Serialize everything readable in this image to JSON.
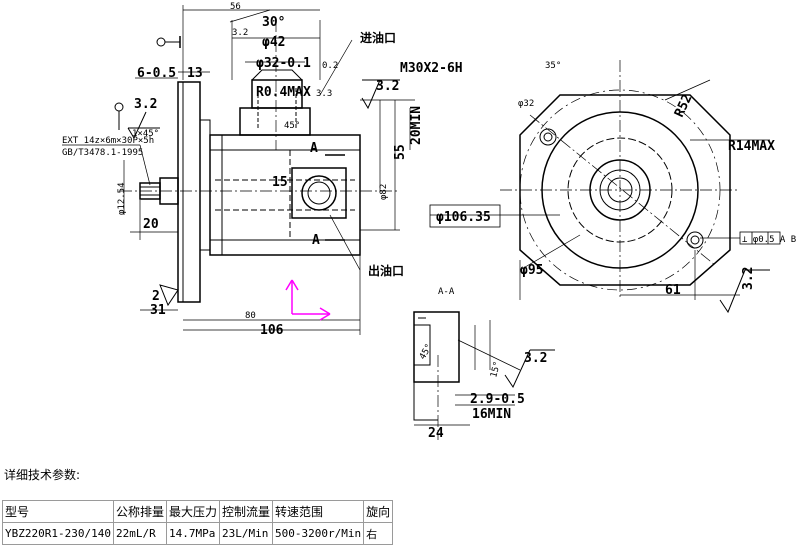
{
  "drawing": {
    "labels": {
      "dim_56": "56",
      "angle_30": "30°",
      "rough_32": "3.2",
      "phi42": "φ42",
      "phi32": "φ32-0.1",
      "inlet": "进油口",
      "thread_m30": "M30X2-6H",
      "dim_6": "6-0.5",
      "dim_13": "13",
      "r04": "R0.4MAX",
      "dim_33": "3.3",
      "dim_02": "0.2",
      "rough_32b": "3.2",
      "rough_32c": "3.2",
      "chamfer": "1×45°",
      "angle_45": "45°",
      "dim_20min": "20MIN",
      "dim_55": "55",
      "spline1": "EXT 14z×6m×30P×5h",
      "spline2": "GB/T3478.1-1995",
      "dim_15": "15",
      "sec_a1": "A",
      "sec_a2": "A",
      "phi82": "φ82",
      "phi1254": "φ12.54",
      "dim_20": "20",
      "outlet": "出油口",
      "rough_2": "2",
      "dim_31": "31",
      "dim_80": "80",
      "dim_106": "106",
      "phi32r": "φ32",
      "angle_35": "35°",
      "r52": "R52",
      "r14max": "R14MAX",
      "phi10635": "φ106.35",
      "phi95": "φ95",
      "dim_61": "61",
      "rough_32d": "3.2",
      "tol_box": "⊥ φ0.5 A B",
      "section_aa": "A-A",
      "angle_15": "15°",
      "rough_32e": "3.2",
      "dim_29": "2.9-0.5",
      "dim_16min": "16MIN",
      "dim_24": "24"
    }
  },
  "caption": "详细技术参数:",
  "table": {
    "headers": [
      "型号",
      "公称排量",
      "最大压力",
      "控制流量",
      "转速范围",
      "旋向"
    ],
    "rows": [
      [
        "YBZ220R1-230/140",
        "22mL/R",
        "14.7MPa",
        "23L/Min",
        "500-3200r/Min",
        "右"
      ]
    ]
  },
  "colors": {
    "line": "#000000",
    "cursor": "#ff00ff",
    "table_border": "#9a9a9a"
  }
}
